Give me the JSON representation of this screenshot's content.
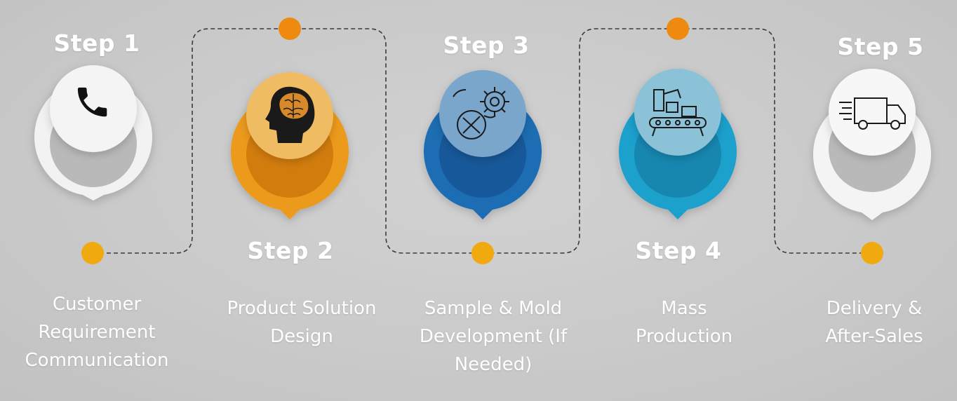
{
  "colors": {
    "background": "#c9c9c9",
    "connector_dot": "#f0a90f",
    "connector_dot_top": "#ef8a10",
    "dashed_line": "#3a3a3a",
    "text": "#ffffff"
  },
  "steps": [
    {
      "title": "Step 1",
      "description": "Customer\nRequirement\nCommunication",
      "icon": "phone-icon",
      "color_outer": "#f2f2f2",
      "color_mid": "#b9b9b9",
      "color_top": "#f4f4f4"
    },
    {
      "title": "Step 2",
      "description": "Product Solution\nDesign",
      "icon": "brain-head-icon",
      "color_outer": "#ec9a1a",
      "color_mid": "#d27c0e",
      "color_top": "#f0bc63"
    },
    {
      "title": "Step 3",
      "description": "Sample & Mold\nDevelopment (If\nNeeded)",
      "icon": "gear-tools-icon",
      "color_outer": "#1e6db3",
      "color_mid": "#17589a",
      "color_top": "#7aa6cc"
    },
    {
      "title": "Step 4",
      "description": "Mass\nProduction",
      "icon": "conveyor-icon",
      "color_outer": "#1ea0cc",
      "color_mid": "#1787b0",
      "color_top": "#8cc2d8"
    },
    {
      "title": "Step 5",
      "description": "Delivery &\nAfter-Sales",
      "icon": "delivery-truck-icon",
      "color_outer": "#f4f4f4",
      "color_mid": "#b9b9b9",
      "color_top": "#f7f7f7"
    }
  ]
}
